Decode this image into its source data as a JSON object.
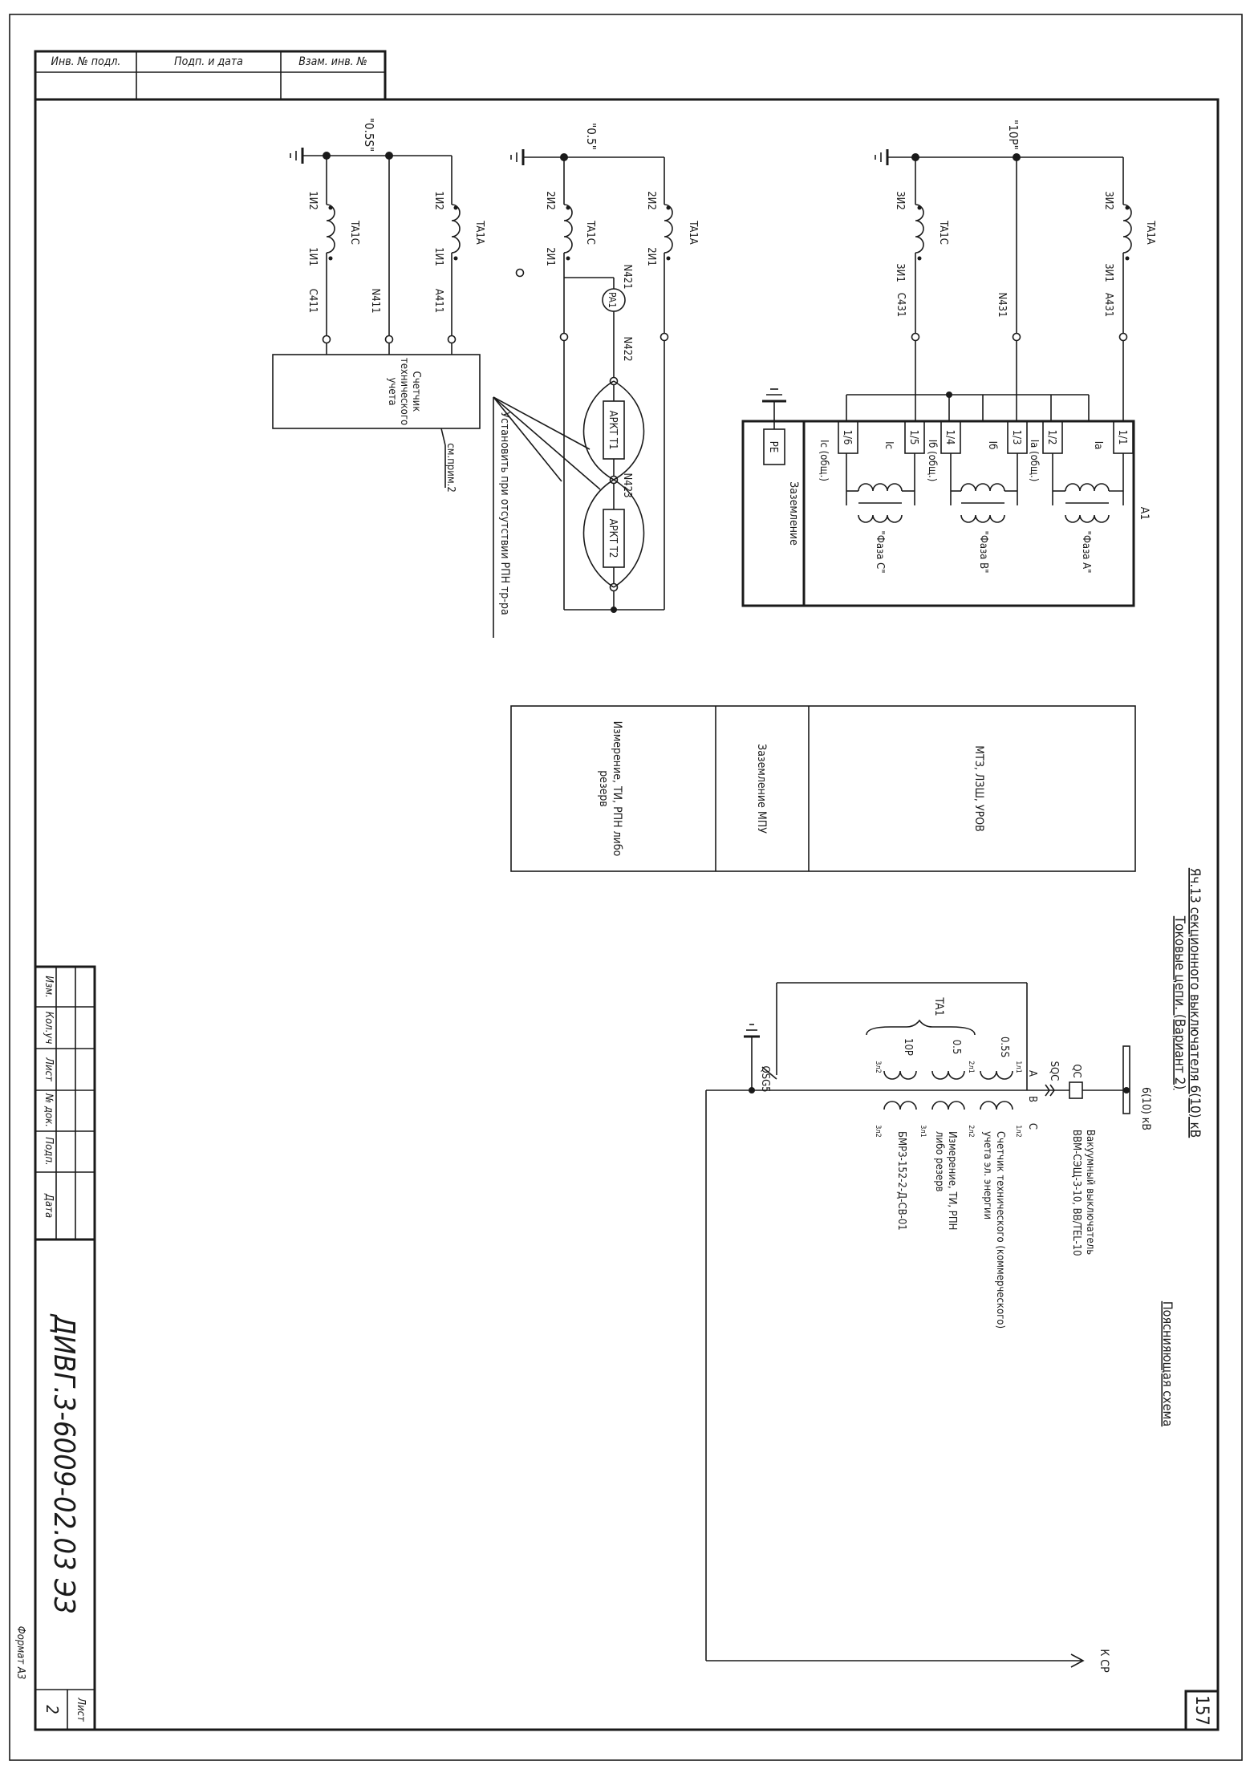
{
  "stamp": {
    "inv_podl": "Инв. № подл.",
    "podp_data": "Подп. и дата",
    "vzam_inv": "Взам. инв. №"
  },
  "title_block": {
    "cols": [
      "Изм.",
      "Кол.уч",
      "Лист",
      "№ док.",
      "Подп.",
      "Дата"
    ],
    "designation": "ДИВГ.3-6009-02.03 ЭЗ",
    "sheet_label": "Лист",
    "sheet_number": "2",
    "format": "Формат А3"
  },
  "page_number": "157",
  "header": {
    "line1": "Яч.13 секционного выключателя 6(10) кВ",
    "line2": "Токовые цепи. (Вариант 2)",
    "explanatory": "Пояснияющая схема"
  },
  "single_line": {
    "bus": "6(10) кВ",
    "qc": "QC",
    "sqc": "SQC",
    "qs": "QSG5",
    "ta1": "TA1",
    "phase_a": "A",
    "phase_b": "B",
    "phase_c": "C",
    "core_10p": "10P",
    "core_05": "0.5",
    "core_05s": "0.5S",
    "breaker_desc_1": "Вакуумный выключатель",
    "breaker_desc_2": "ВВМ-СЭЩ-3-10, ВВ/TEL-10",
    "meter_1": "Счетчик технического (коммерческого)",
    "meter_2": "учета эл. энергии",
    "meas_1": "Измерение, ТИ, РПН",
    "meas_2": "либо резерв",
    "bmrz": "БМРЗ-152-2-Д-СВ-01",
    "to_sr": "К СР",
    "t1": "1л1",
    "t2": "1л2",
    "t3": "2л1",
    "t4": "2л2",
    "t5": "3л1",
    "t6": "3л2"
  },
  "function_table": {
    "col1": "МТЗ, ЛЗШ, УРОВ",
    "col2": "Заземление МПУ",
    "col3_1": "Измерение, ТИ, РПН либо",
    "col3_2": "резерв"
  },
  "group_10p": {
    "tag": "\"10Р\"",
    "ta1a": "TA1A",
    "ta1c": "TA1C",
    "i2": "3И2",
    "i1": "3И1",
    "a": "A431",
    "n": "N431",
    "c": "C431",
    "block": "A1",
    "ground": "Заземление",
    "pe": "PE",
    "terminals": [
      "1/1",
      "1/2",
      "1/3",
      "1/4",
      "1/5",
      "1/6"
    ],
    "names": [
      "Ia",
      "Ia (общ.)",
      "Iб",
      "Iб (общ.)",
      "Ic",
      "Ic (общ.)"
    ],
    "fa": "\"Фаза А\"",
    "fb": "\"Фаза В\"",
    "fc": "\"Фаза С\""
  },
  "group_05": {
    "tag": "\"0.5\"",
    "ta1a": "TA1A",
    "ta1c": "TA1C",
    "i2": "2И2",
    "i1": "2И1",
    "n421": "N421",
    "pa": "PA1",
    "n422": "N422",
    "n423": "N423",
    "arkt1": "АРКТ Т1",
    "arkt2": "АРКТ Т2",
    "note": "Установить при отсутствии РПН тр-ра"
  },
  "group_05s": {
    "tag": "\"0.5S\"",
    "ta1a": "TA1A",
    "ta1c": "TA1C",
    "i2": "1И2",
    "i1": "1И1",
    "a": "A411",
    "n": "N411",
    "c": "C411",
    "meter_1": "Счетчик",
    "meter_2": "технического",
    "meter_3": "учета",
    "note": "см.прим.2"
  }
}
